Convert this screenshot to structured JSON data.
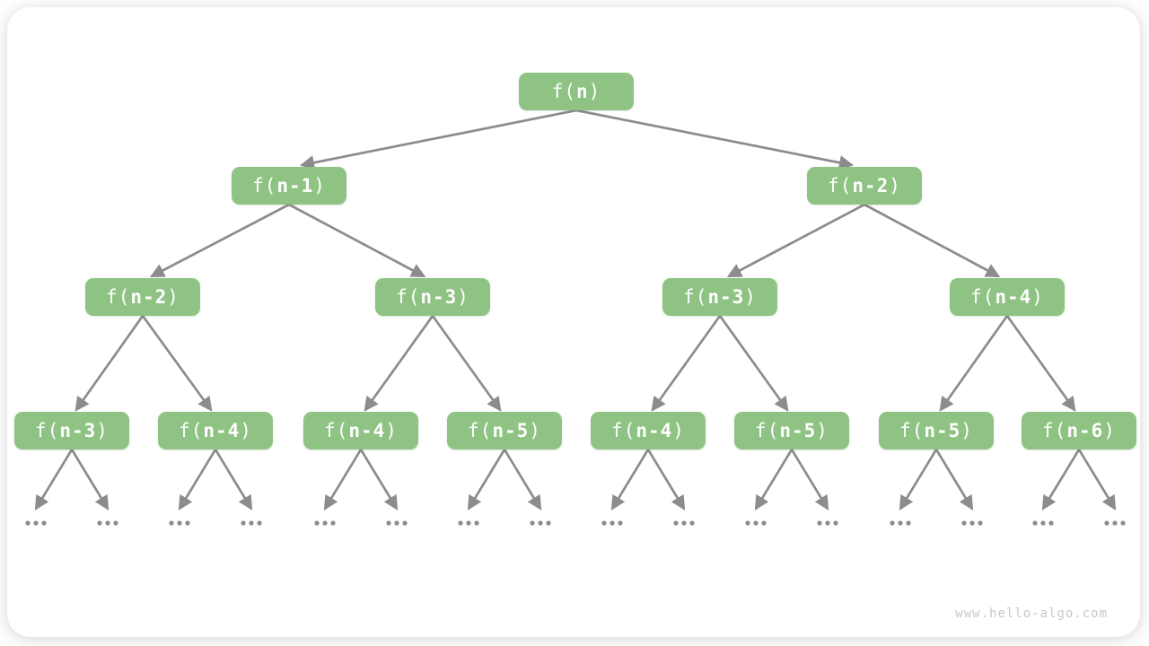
{
  "figure": {
    "type": "recursion-tree-diagram",
    "watermark": "www.hello-algo.com",
    "ellipsis": "...",
    "colors": {
      "node_fill": "#8FC384",
      "node_text": "#FFFFFF",
      "arrow": "#8C8C8C",
      "watermark": "#C8C8C8",
      "card_bg": "#FFFFFF"
    },
    "tree": {
      "levels": [
        [
          "f(n)"
        ],
        [
          "f(n-1)",
          "f(n-2)"
        ],
        [
          "f(n-2)",
          "f(n-3)",
          "f(n-3)",
          "f(n-4)"
        ],
        [
          "f(n-3)",
          "f(n-4)",
          "f(n-4)",
          "f(n-5)",
          "f(n-4)",
          "f(n-5)",
          "f(n-5)",
          "f(n-6)"
        ]
      ],
      "leaf_ellipsis_count": 16
    }
  }
}
